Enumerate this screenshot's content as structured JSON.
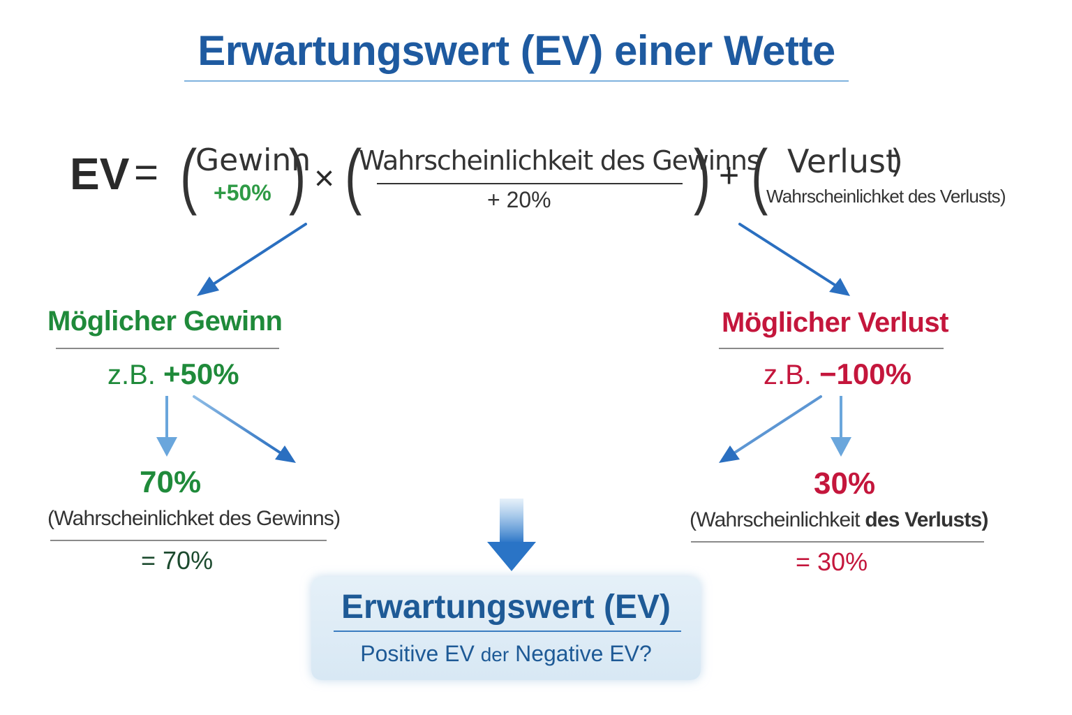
{
  "title": "Erwartungswert (EV) einer Wette",
  "formula": {
    "ev": "EV",
    "equals": "=",
    "open_paren": "(",
    "close_paren": ")",
    "gewinn": "Gewinn",
    "gewinn_value": "+50%",
    "times": "×",
    "prob_win_label": "Wahrscheinlichkeit des Gewinns",
    "prob_win_value": "+ 20%",
    "plus": "+",
    "verlust": "Verlust",
    "prob_loss_label": "Wahrscheinlichket des Verlusts)"
  },
  "left_branch": {
    "heading": "Möglicher Gewinn",
    "example_prefix": "z.B.",
    "example_value": "+50%",
    "probability": "70%",
    "probability_label": "(Wahrscheinlichket des Gewinns)",
    "result": "= 70%"
  },
  "right_branch": {
    "heading": "Möglicher Verlust",
    "example_prefix": "z.B.",
    "example_value": "−100%",
    "probability": "30%",
    "probability_label_a": "(Wahrscheinlichkeit",
    "probability_label_b": "des Verlusts)",
    "result": "= 30%"
  },
  "result_box": {
    "title": "Erwartungswert (EV)",
    "subtitle_a": "Positive EV",
    "subtitle_b": "der",
    "subtitle_c": "Negative EV?"
  },
  "colors": {
    "title_blue": "#1e5aa0",
    "gain_green": "#1f8a3a",
    "loss_red": "#c4163c",
    "arrow_blue": "#2a6fc0"
  }
}
